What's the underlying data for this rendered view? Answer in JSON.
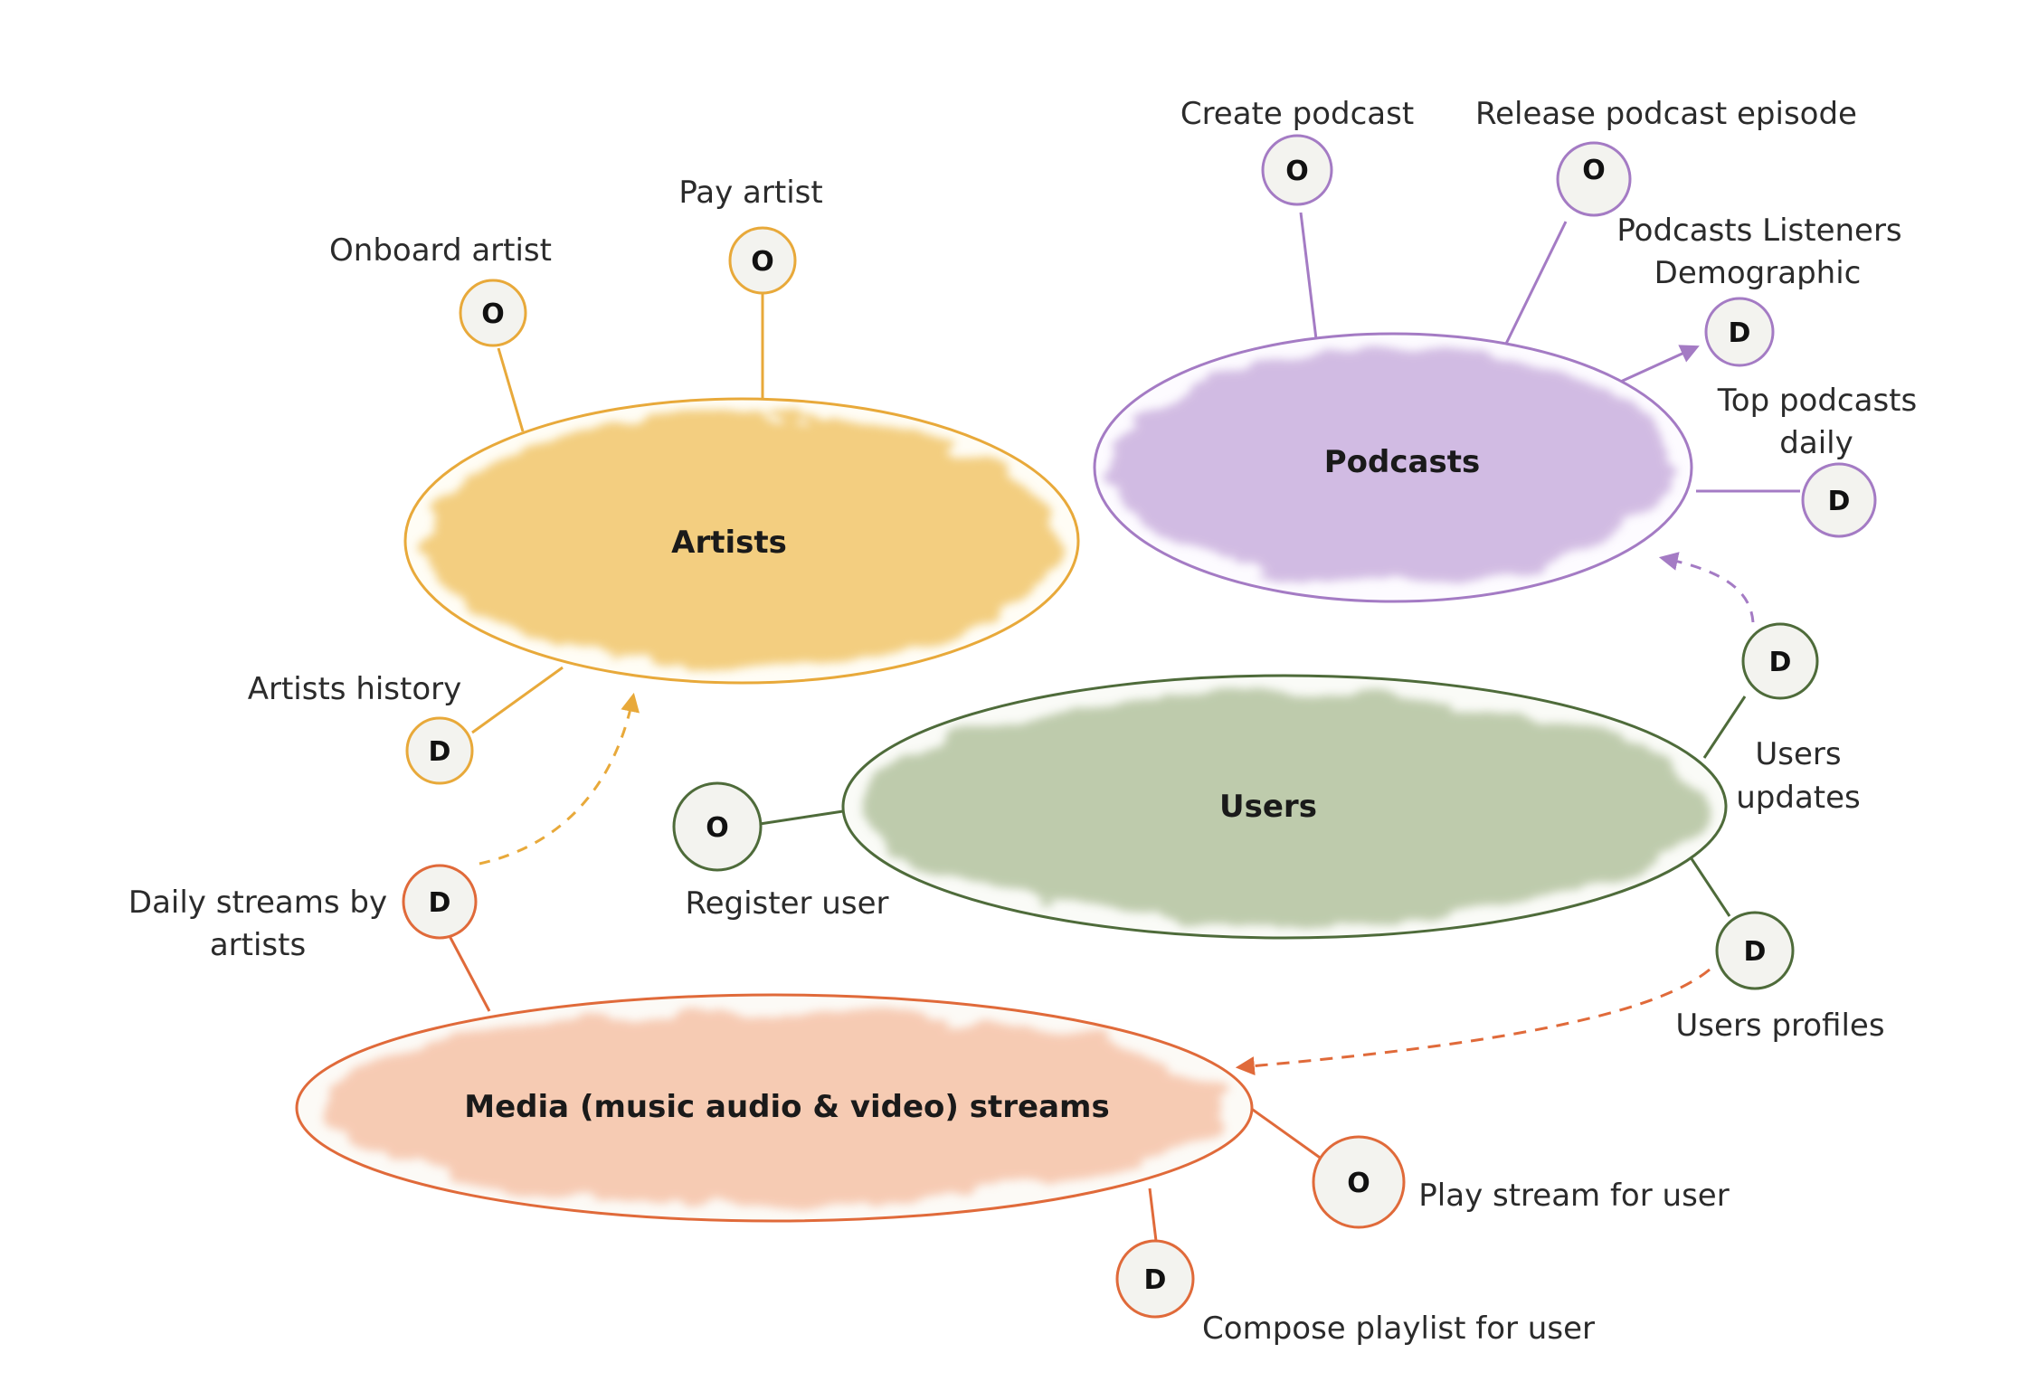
{
  "colors": {
    "artists": "#E8A93A",
    "artists_fill": "#F1C66C",
    "podcasts": "#A47BC4",
    "podcasts_fill": "#CDB5E0",
    "users": "#4E6B3A",
    "users_fill": "#B8C6A4",
    "media": "#E06A3A",
    "media_fill": "#F6C3A8",
    "node_fill": "#F3F3EF"
  },
  "domains": {
    "artists": "Artists",
    "podcasts": "Podcasts",
    "users": "Users",
    "media": "Media (music audio & video) streams"
  },
  "nodes": {
    "onboard_artist": {
      "badge": "O",
      "label": "Onboard artist"
    },
    "pay_artist": {
      "badge": "O",
      "label": "Pay artist"
    },
    "artists_history": {
      "badge": "D",
      "label": "Artists history"
    },
    "create_podcast": {
      "badge": "O",
      "label": "Create podcast"
    },
    "release_podcast_episode": {
      "badge": "O",
      "label": "Release podcast episode"
    },
    "podcasts_listeners_demographic": {
      "badge": "D",
      "label_lines": [
        "Podcasts Listeners",
        "Demographic"
      ]
    },
    "top_podcasts_daily": {
      "badge": "D",
      "label_lines": [
        "Top podcasts",
        "daily"
      ]
    },
    "users_updates": {
      "badge": "D",
      "label_lines": [
        "Users",
        "updates"
      ]
    },
    "register_user": {
      "badge": "O",
      "label": "Register user"
    },
    "users_profiles": {
      "badge": "D",
      "label": "Users profiles"
    },
    "daily_streams_by_artists": {
      "badge": "D",
      "label_lines": [
        "Daily streams by",
        "artists"
      ]
    },
    "play_stream_for_user": {
      "badge": "O",
      "label": "Play stream for user"
    },
    "compose_playlist_for_user": {
      "badge": "D",
      "label": "Compose playlist for user"
    }
  }
}
